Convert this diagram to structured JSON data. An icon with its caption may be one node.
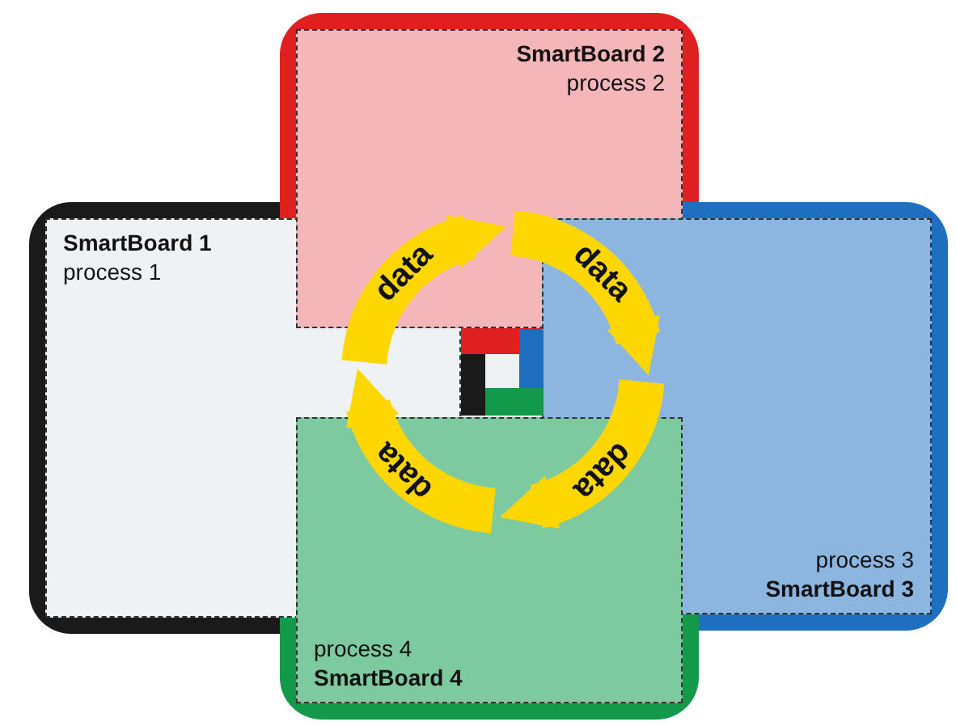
{
  "diagram": {
    "nodes": [
      {
        "text": [
          "SmartBoard 1",
          "process 1"
        ]
      },
      {
        "text": [
          "SmartBoard 2",
          "process 2"
        ]
      },
      {
        "text": [
          "process 3",
          "SmartBoard 3"
        ]
      },
      {
        "text": [
          "process 4",
          "SmartBoard 4"
        ]
      }
    ],
    "edges": [
      {
        "from": 0,
        "to": 1,
        "arrow": "to",
        "label": "data"
      },
      {
        "from": 1,
        "to": 2,
        "arrow": "to",
        "label": "data"
      },
      {
        "from": 2,
        "to": 3,
        "arrow": "to",
        "label": "data"
      },
      {
        "from": 3,
        "to": 0,
        "arrow": "to",
        "label": "data"
      }
    ]
  }
}
